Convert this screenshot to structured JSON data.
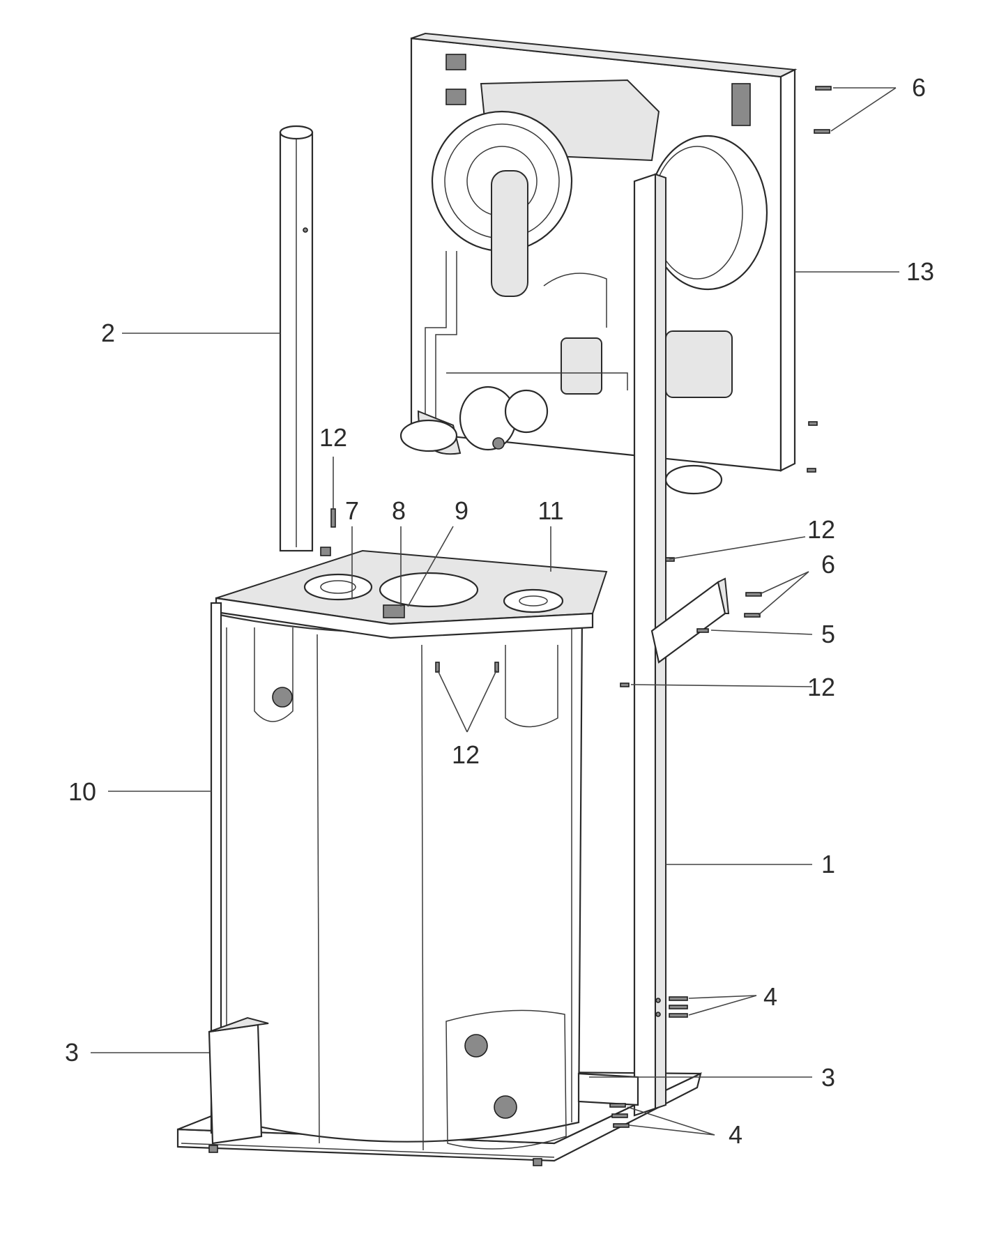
{
  "callouts": [
    {
      "id": "c6-top",
      "label": "6"
    },
    {
      "id": "c13",
      "label": "13"
    },
    {
      "id": "c2",
      "label": "2"
    },
    {
      "id": "c12-a",
      "label": "12"
    },
    {
      "id": "c7",
      "label": "7"
    },
    {
      "id": "c8",
      "label": "8"
    },
    {
      "id": "c9",
      "label": "9"
    },
    {
      "id": "c11",
      "label": "11"
    },
    {
      "id": "c12-b",
      "label": "12"
    },
    {
      "id": "c6-mid",
      "label": "6"
    },
    {
      "id": "c5",
      "label": "5"
    },
    {
      "id": "c12-c",
      "label": "12"
    },
    {
      "id": "c12-d",
      "label": "12"
    },
    {
      "id": "c10",
      "label": "10"
    },
    {
      "id": "c1",
      "label": "1"
    },
    {
      "id": "c4-a",
      "label": "4"
    },
    {
      "id": "c3-left",
      "label": "3"
    },
    {
      "id": "c3-right",
      "label": "3"
    },
    {
      "id": "c4-b",
      "label": "4"
    }
  ]
}
